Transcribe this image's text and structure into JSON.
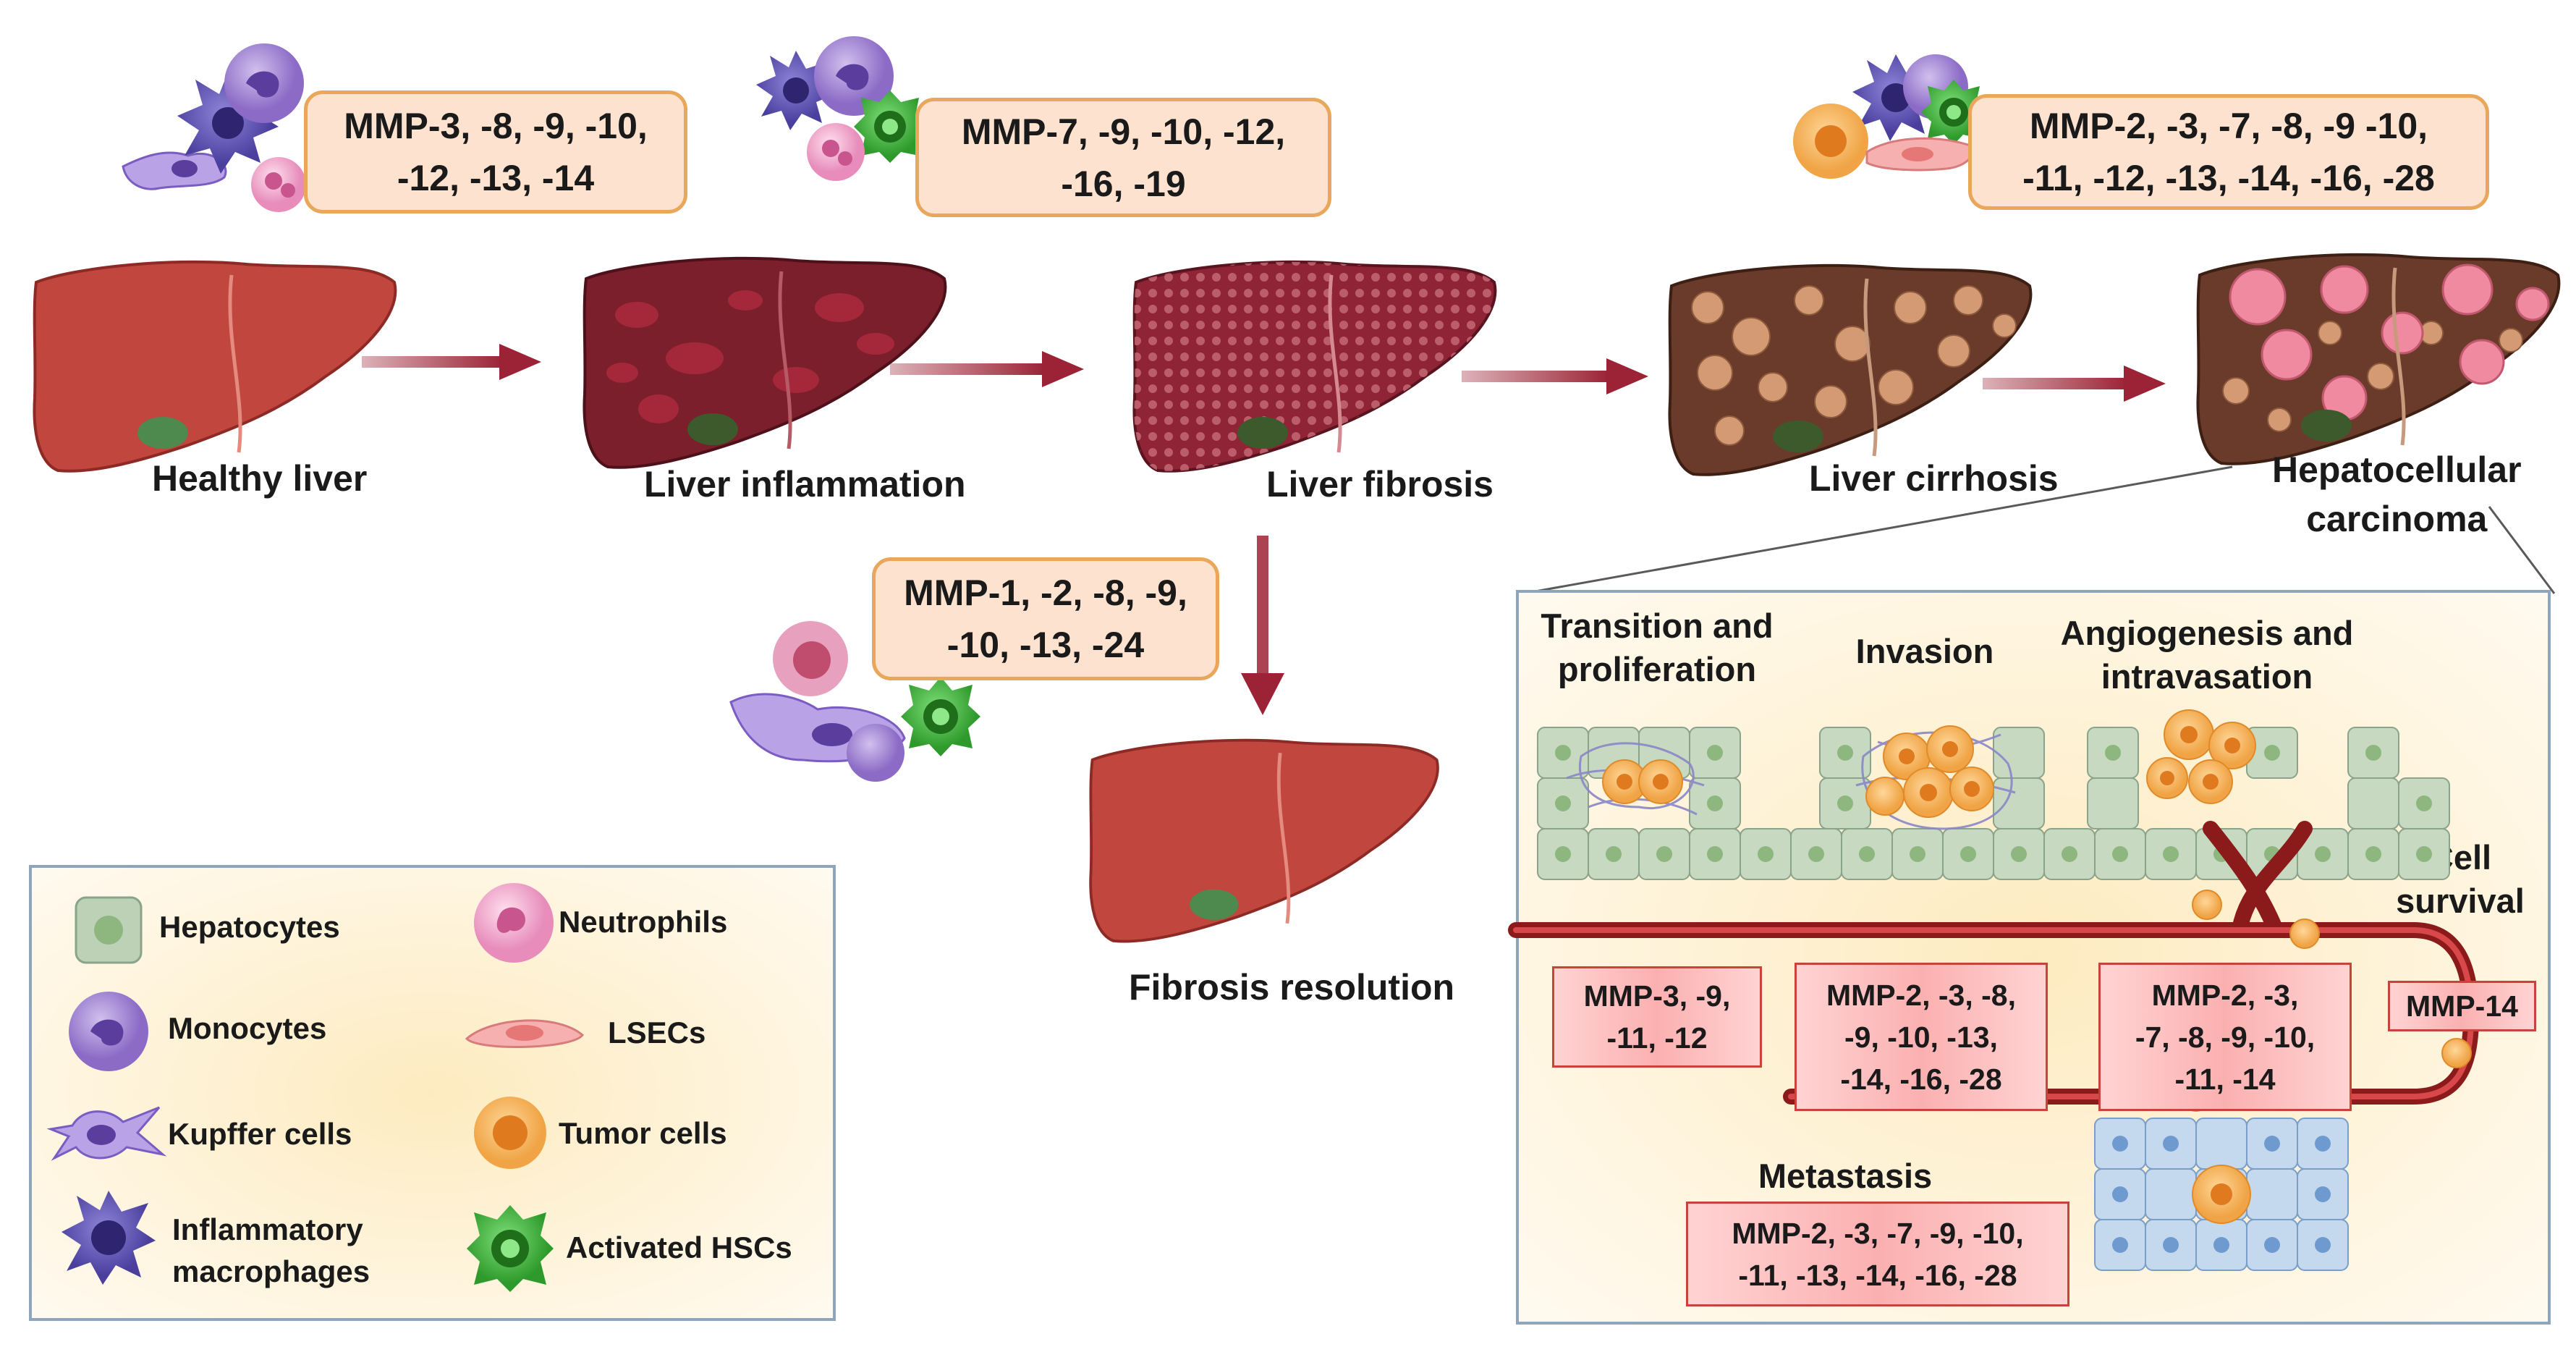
{
  "stages": {
    "healthy": "Healthy liver",
    "inflammation": "Liver inflammation",
    "fibrosis": "Liver fibrosis",
    "cirrhosis": "Liver cirrhosis",
    "hcc": "Hepatocellular\ncarcinoma",
    "resolution": "Fibrosis resolution"
  },
  "mmp_boxes": {
    "healthy_to_inflammation": "MMP-3, -8, -9, -10,\n-12, -13, -14",
    "inflammation_to_fibrosis": "MMP-7, -9, -10, -12,\n-16, -19",
    "cirrhosis_to_hcc": "MMP-2, -3, -7, -8, -9 -10,\n-11, -12, -13, -14, -16, -28",
    "fibrosis_resolution": "MMP-1, -2, -8, -9,\n-10, -13, -24"
  },
  "hcc_panel": {
    "titles": {
      "transition": "Transition and\nproliferation",
      "invasion": "Invasion",
      "angiogenesis": "Angiogenesis and\nintravasation",
      "survival": "Cell\nsurvival",
      "metastasis": "Metastasis"
    },
    "mmps": {
      "transition": "MMP-3, -9,\n-11, -12",
      "invasion": "MMP-2, -3, -8,\n-9, -10, -13,\n-14, -16, -28",
      "angiogenesis": "MMP-2, -3,\n-7, -8, -9, -10,\n-11, -14",
      "survival": "MMP-14",
      "metastasis": "MMP-2, -3, -7, -9, -10,\n-11, -13, -14, -16, -28"
    }
  },
  "legend": {
    "hepatocytes": "Hepatocytes",
    "monocytes": "Monocytes",
    "kupffer": "Kupffer cells",
    "macrophages": "Inflammatory\nmacrophages",
    "neutrophils": "Neutrophils",
    "lsecs": "LSECs",
    "tumor": "Tumor cells",
    "hscs": "Activated HSCs"
  },
  "icons": {
    "liver": "liver-icon",
    "arrow": "arrow-right-icon",
    "hepatocyte": "hepatocyte-icon",
    "monocyte": "monocyte-icon",
    "kupffer": "kupffer-cell-icon",
    "macrophage": "macrophage-icon",
    "neutrophil": "neutrophil-icon",
    "lsec": "lsec-icon",
    "tumor": "tumor-cell-icon",
    "hsc": "activated-hsc-icon"
  },
  "colors": {
    "arrow": "#9b2335",
    "liver_healthy": "#c1463e",
    "liver_inflamed": "#7a1f2b",
    "liver_fibrotic": "#8e2435",
    "liver_cirrhotic": "#6a3a2a",
    "box_fill": "#fde3cf",
    "box_border": "#e8a75a",
    "vessel": "#8b1a1a"
  }
}
